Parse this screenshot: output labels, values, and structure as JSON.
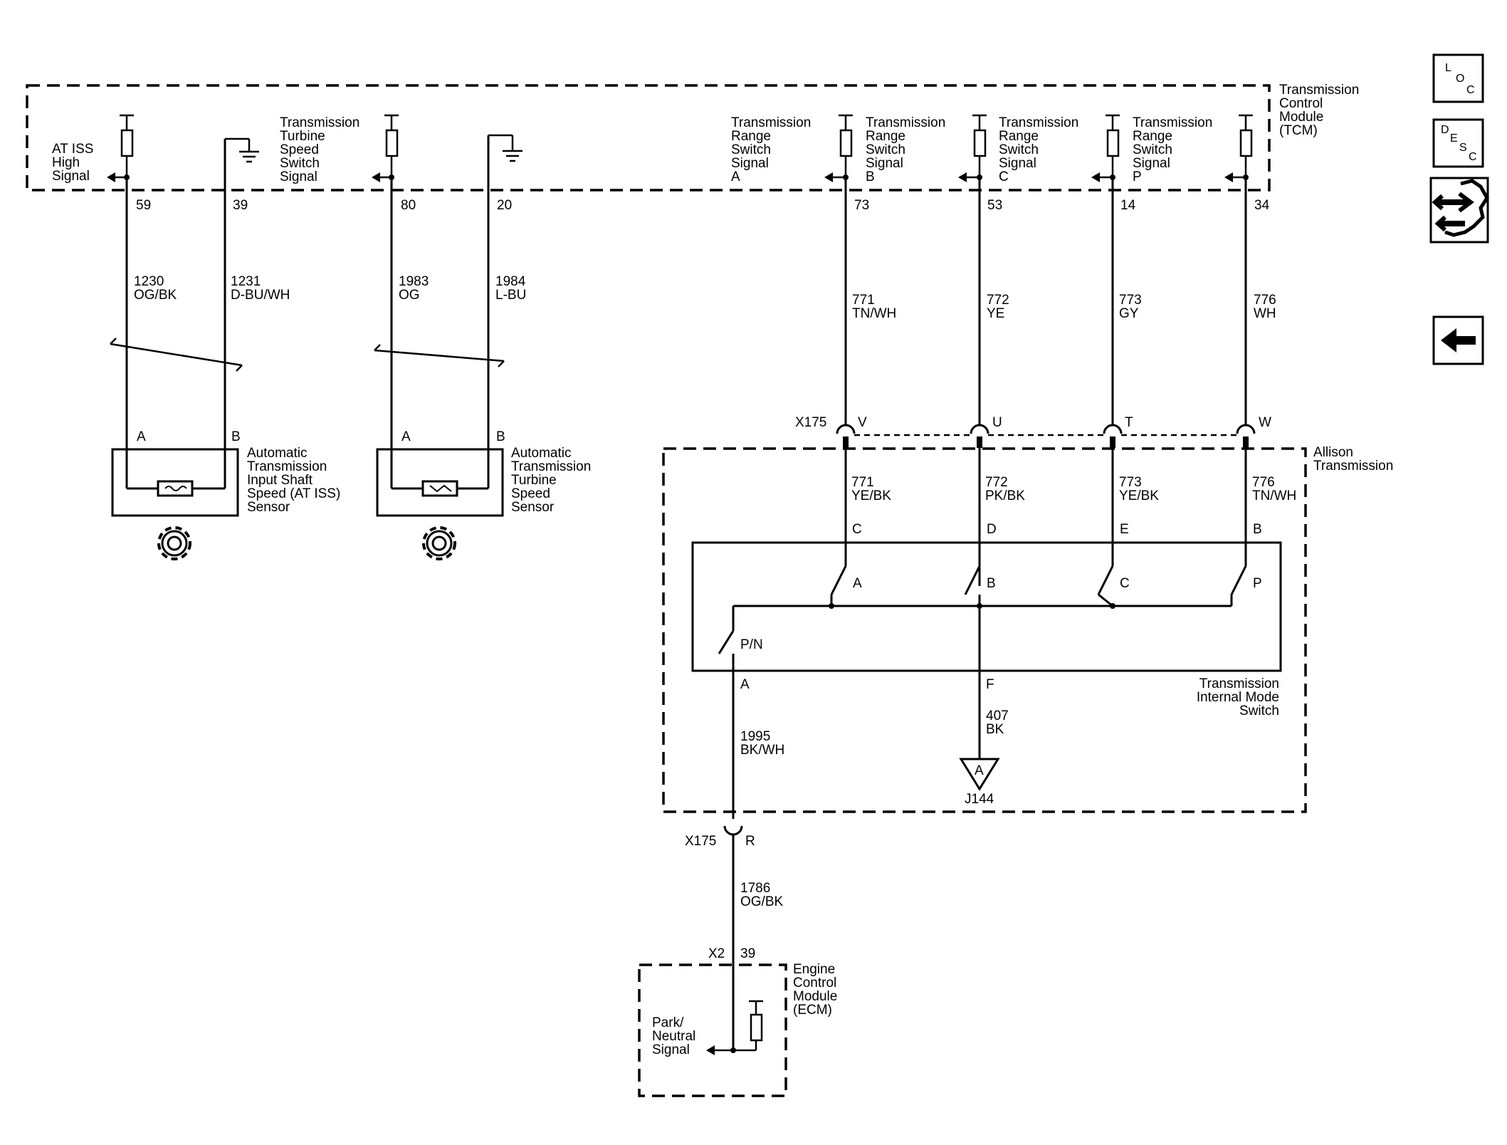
{
  "modules": {
    "tcm": {
      "l1": "Transmission",
      "l2": "Control",
      "l3": "Module",
      "l4": "(TCM)"
    },
    "allison": {
      "l1": "Allison",
      "l2": "Transmission"
    },
    "ecm": {
      "l1": "Engine",
      "l2": "Control",
      "l3": "Module",
      "l4": "(ECM)"
    },
    "switch": {
      "l1": "Transmission",
      "l2": "Internal Mode",
      "l3": "Switch"
    }
  },
  "signals": {
    "at_iss": {
      "l1": "AT ISS",
      "l2": "High",
      "l3": "Signal"
    },
    "turbine": {
      "l1": "Transmission",
      "l2": "Turbine",
      "l3": "Speed",
      "l4": "Switch",
      "l5": "Signal"
    },
    "range_a": {
      "l1": "Transmission",
      "l2": "Range",
      "l3": "Switch",
      "l4": "Signal",
      "l5": "A"
    },
    "range_b": {
      "l1": "Transmission",
      "l2": "Range",
      "l3": "Switch",
      "l4": "Signal",
      "l5": "B"
    },
    "range_c": {
      "l1": "Transmission",
      "l2": "Range",
      "l3": "Switch",
      "l4": "Signal",
      "l5": "C"
    },
    "range_p": {
      "l1": "Transmission",
      "l2": "Range",
      "l3": "Switch",
      "l4": "Signal",
      "l5": "P"
    },
    "park_neutral": {
      "l1": "Park/",
      "l2": "Neutral",
      "l3": "Signal"
    }
  },
  "pins": {
    "p59": "59",
    "p39": "39",
    "p80": "80",
    "p20": "20",
    "p73": "73",
    "p53": "53",
    "p14": "14",
    "p34": "34",
    "ecm39": "39"
  },
  "wires": {
    "w1230": {
      "circuit": "1230",
      "color": "OG/BK"
    },
    "w1231": {
      "circuit": "1231",
      "color": "D-BU/WH"
    },
    "w1983": {
      "circuit": "1983",
      "color": "OG"
    },
    "w1984": {
      "circuit": "1984",
      "color": "L-BU"
    },
    "w771a": {
      "circuit": "771",
      "color": "TN/WH"
    },
    "w772a": {
      "circuit": "772",
      "color": "YE"
    },
    "w773a": {
      "circuit": "773",
      "color": "GY"
    },
    "w776a": {
      "circuit": "776",
      "color": "WH"
    },
    "w771b": {
      "circuit": "771",
      "color": "YE/BK"
    },
    "w772b": {
      "circuit": "772",
      "color": "PK/BK"
    },
    "w773b": {
      "circuit": "773",
      "color": "YE/BK"
    },
    "w776b": {
      "circuit": "776",
      "color": "TN/WH"
    },
    "w407": {
      "circuit": "407",
      "color": "BK"
    },
    "w1995": {
      "circuit": "1995",
      "color": "BK/WH"
    },
    "w1786": {
      "circuit": "1786",
      "color": "OG/BK"
    }
  },
  "sensors": {
    "iss": {
      "l1": "Automatic",
      "l2": "Transmission",
      "l3": "Input Shaft",
      "l4": "Speed (AT ISS)",
      "l5": "Sensor",
      "pin_a": "A",
      "pin_b": "B"
    },
    "tss": {
      "l1": "Automatic",
      "l2": "Transmission",
      "l3": "Turbine",
      "l4": "Speed",
      "l5": "Sensor",
      "pin_a": "A",
      "pin_b": "B"
    }
  },
  "connectors": {
    "x175": "X175",
    "x175b": "X175",
    "x2": "X2",
    "v": "V",
    "u": "U",
    "t": "T",
    "w": "W",
    "r": "R"
  },
  "switch_pins": {
    "c": "C",
    "d": "D",
    "e": "E",
    "b": "B",
    "sw_a": "A",
    "sw_b": "B",
    "sw_c": "C",
    "sw_p": "P",
    "sw_pn": "P/N",
    "out_a": "A",
    "out_f": "F"
  },
  "ground": {
    "label": "A",
    "ref": "J144"
  },
  "nav": {
    "loc": {
      "l": "L",
      "o": "O",
      "c": "C"
    },
    "desc": {
      "d": "D",
      "e": "E",
      "s": "S",
      "c": "C"
    }
  }
}
